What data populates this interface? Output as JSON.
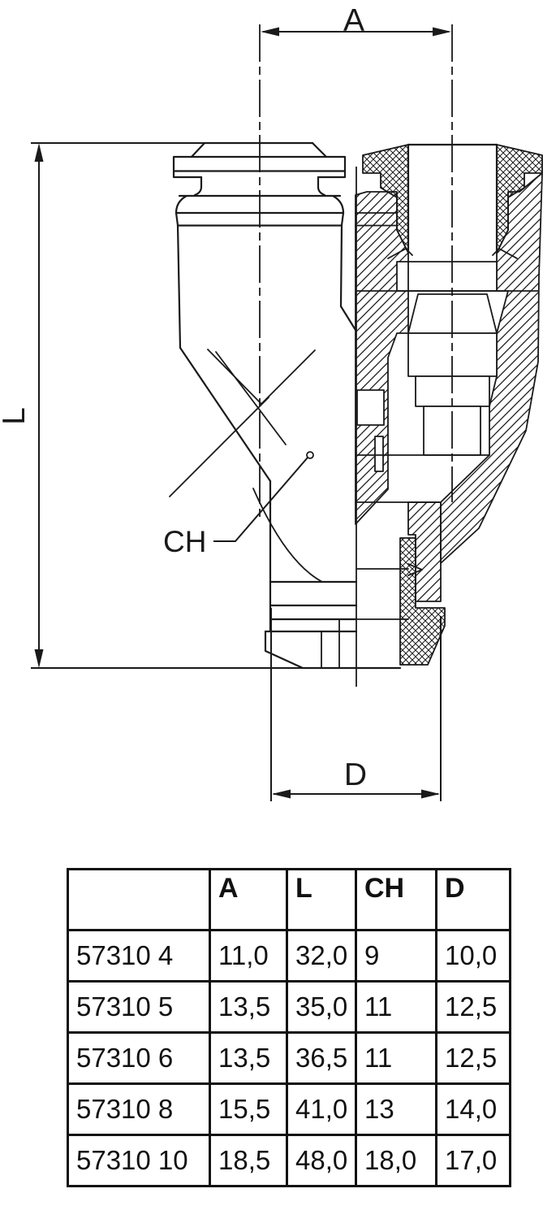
{
  "drawing": {
    "labels": {
      "a": "A",
      "l": "L",
      "d": "D",
      "ch": "CH"
    }
  },
  "table": {
    "headers": {
      "part": "",
      "a": "A",
      "l": "L",
      "ch": "CH",
      "d": "D"
    },
    "rows": [
      {
        "part": "57310 4",
        "a": "11,0",
        "l": "32,0",
        "ch": "9",
        "d": "10,0"
      },
      {
        "part": "57310 5",
        "a": "13,5",
        "l": "35,0",
        "ch": "11",
        "d": "12,5"
      },
      {
        "part": "57310 6",
        "a": "13,5",
        "l": "36,5",
        "ch": "11",
        "d": "12,5"
      },
      {
        "part": "57310 8",
        "a": "15,5",
        "l": "41,0",
        "ch": "13",
        "d": "14,0"
      },
      {
        "part": "57310 10",
        "a": "18,5",
        "l": "48,0",
        "ch": "18,0",
        "d": "17,0"
      }
    ]
  },
  "colors": {
    "line": "#1a1a1a",
    "background": "#ffffff"
  }
}
